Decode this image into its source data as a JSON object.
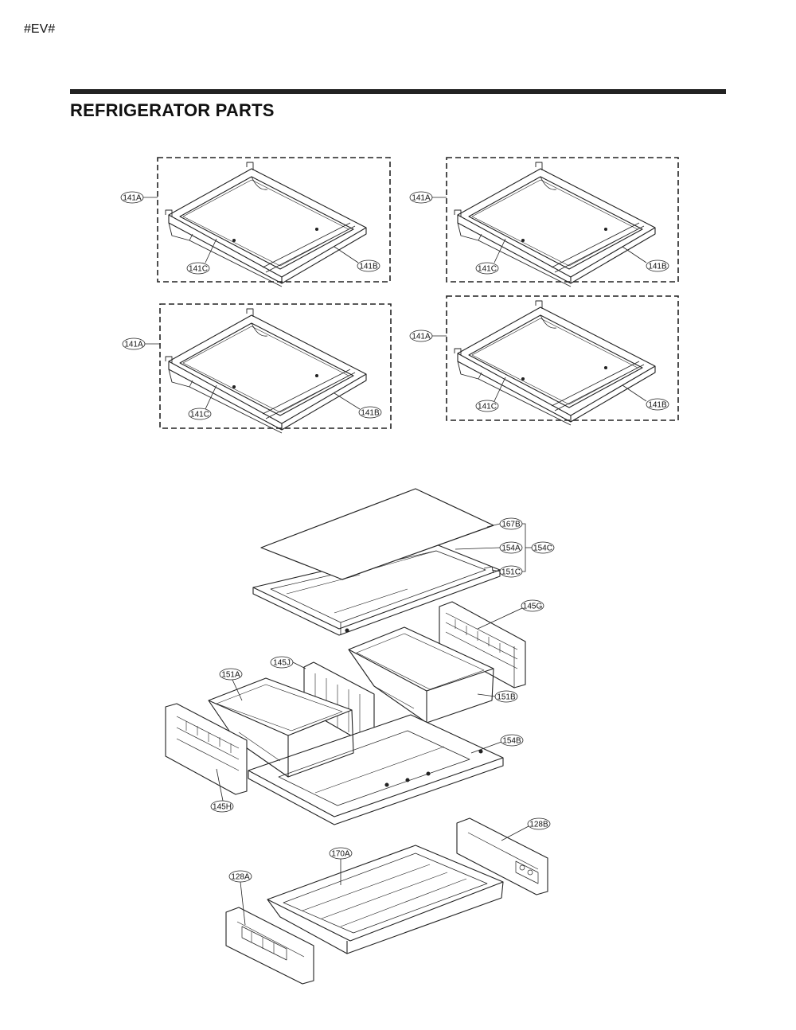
{
  "header": {
    "page_code": "#EV#",
    "title": "REFRIGERATOR PARTS"
  },
  "shelf_assemblies": [
    {
      "name": "shelf-assembly-1",
      "labels": {
        "frame": "141A",
        "side_rail": "141C",
        "front_trim": "141B"
      }
    },
    {
      "name": "shelf-assembly-2",
      "labels": {
        "frame": "141A",
        "side_rail": "141C",
        "front_trim": "141B"
      }
    },
    {
      "name": "shelf-assembly-3",
      "labels": {
        "frame": "141A",
        "side_rail": "141C",
        "front_trim": "141B"
      }
    },
    {
      "name": "shelf-assembly-4",
      "labels": {
        "frame": "141A",
        "side_rail": "141C",
        "front_trim": "141B"
      }
    }
  ],
  "crisper_parts": {
    "glass_cover": "167B",
    "cover_frame": "154A",
    "cover_assembly": "154C",
    "cover_bracket": "151C",
    "right_drawer_rail": "145G",
    "center_divider": "145J",
    "left_crisper_drawer": "151A",
    "right_crisper_drawer": "151B",
    "drawer_shelf": "154B",
    "left_drawer_rail": "145H",
    "right_pantry_rail": "128B",
    "pantry_drawer": "170A",
    "left_pantry_rail": "128A"
  }
}
